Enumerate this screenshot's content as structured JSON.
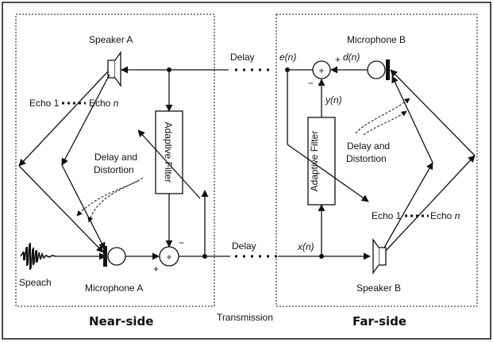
{
  "labels": {
    "speaker_a": "Speaker A",
    "speaker_b": "Speaker B",
    "microphone_a": "Microphone A",
    "microphone_b": "Microphone B",
    "delay_top": "Delay",
    "delay_bottom": "Delay",
    "en": "e(n)",
    "dn": "d(n)",
    "yn": "y(n)",
    "xn": "x(n)",
    "echo1_a": "Echo 1",
    "echon_a": "Echo",
    "echon_a_n": "n",
    "echo1_b": "Echo 1",
    "echon_b": "Echo",
    "echon_b_n": "n",
    "delay_dist_a_1": "Delay and",
    "delay_dist_a_2": "Distortion",
    "delay_dist_b_1": "Delay and",
    "delay_dist_b_2": "Distortion",
    "adaptive_filter_a": "Adaptive Filter",
    "adaptive_filter_b": "Adaptive Filter",
    "speech": "Speach",
    "plus_sum_a": "+",
    "minus_sum_a": "−",
    "plus_sum_b": "+",
    "minus_sum_b": "−",
    "sum_symbol_a": "+",
    "sum_symbol_b": "+",
    "near_side": "Near-side",
    "far_side": "Far-side",
    "transmission": "Transmission"
  }
}
